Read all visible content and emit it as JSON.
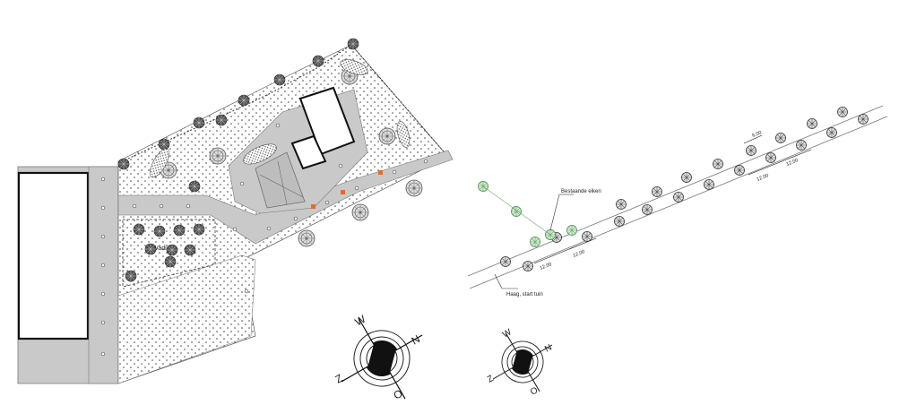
{
  "site_plan": {
    "wadi_label": "Wadi"
  },
  "tree_row": {
    "existing_oaks_label": "Bestaande eiken",
    "hedge_label": "Haag, start tuin",
    "dimensions": [
      "12.00",
      "12.00",
      "6.00",
      "12.00",
      "12.00"
    ]
  },
  "compass_large": {
    "n": "N",
    "o": "O",
    "z": "Z",
    "w": "W"
  },
  "compass_small": {
    "n": "N",
    "o": "O",
    "z": "Z",
    "w": "W"
  },
  "colors": {
    "paving": "#c9c9c9",
    "planting": "#ffffff",
    "existing_tree": "#6aaa6a",
    "marker": "#e46b2a"
  }
}
